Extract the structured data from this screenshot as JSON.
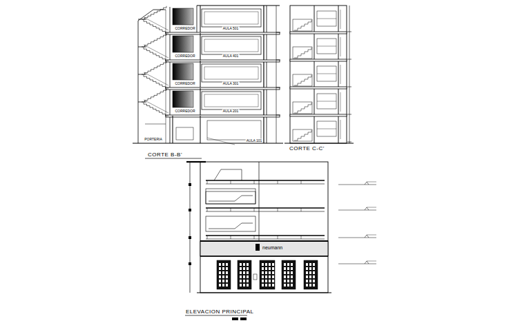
{
  "diagram": {
    "labels": [
      "CORREDOR",
      "AULA 501",
      "CORREDOR",
      "AULA 401",
      "CORREDOR",
      "AULA 301",
      "CORREDOR",
      "AULA 201",
      "PORTERIA",
      "AULA 101",
      "CORTE B-B'",
      "CORTE C-C'",
      "neumann",
      "ELEVACION PRINCIPAL"
    ]
  }
}
